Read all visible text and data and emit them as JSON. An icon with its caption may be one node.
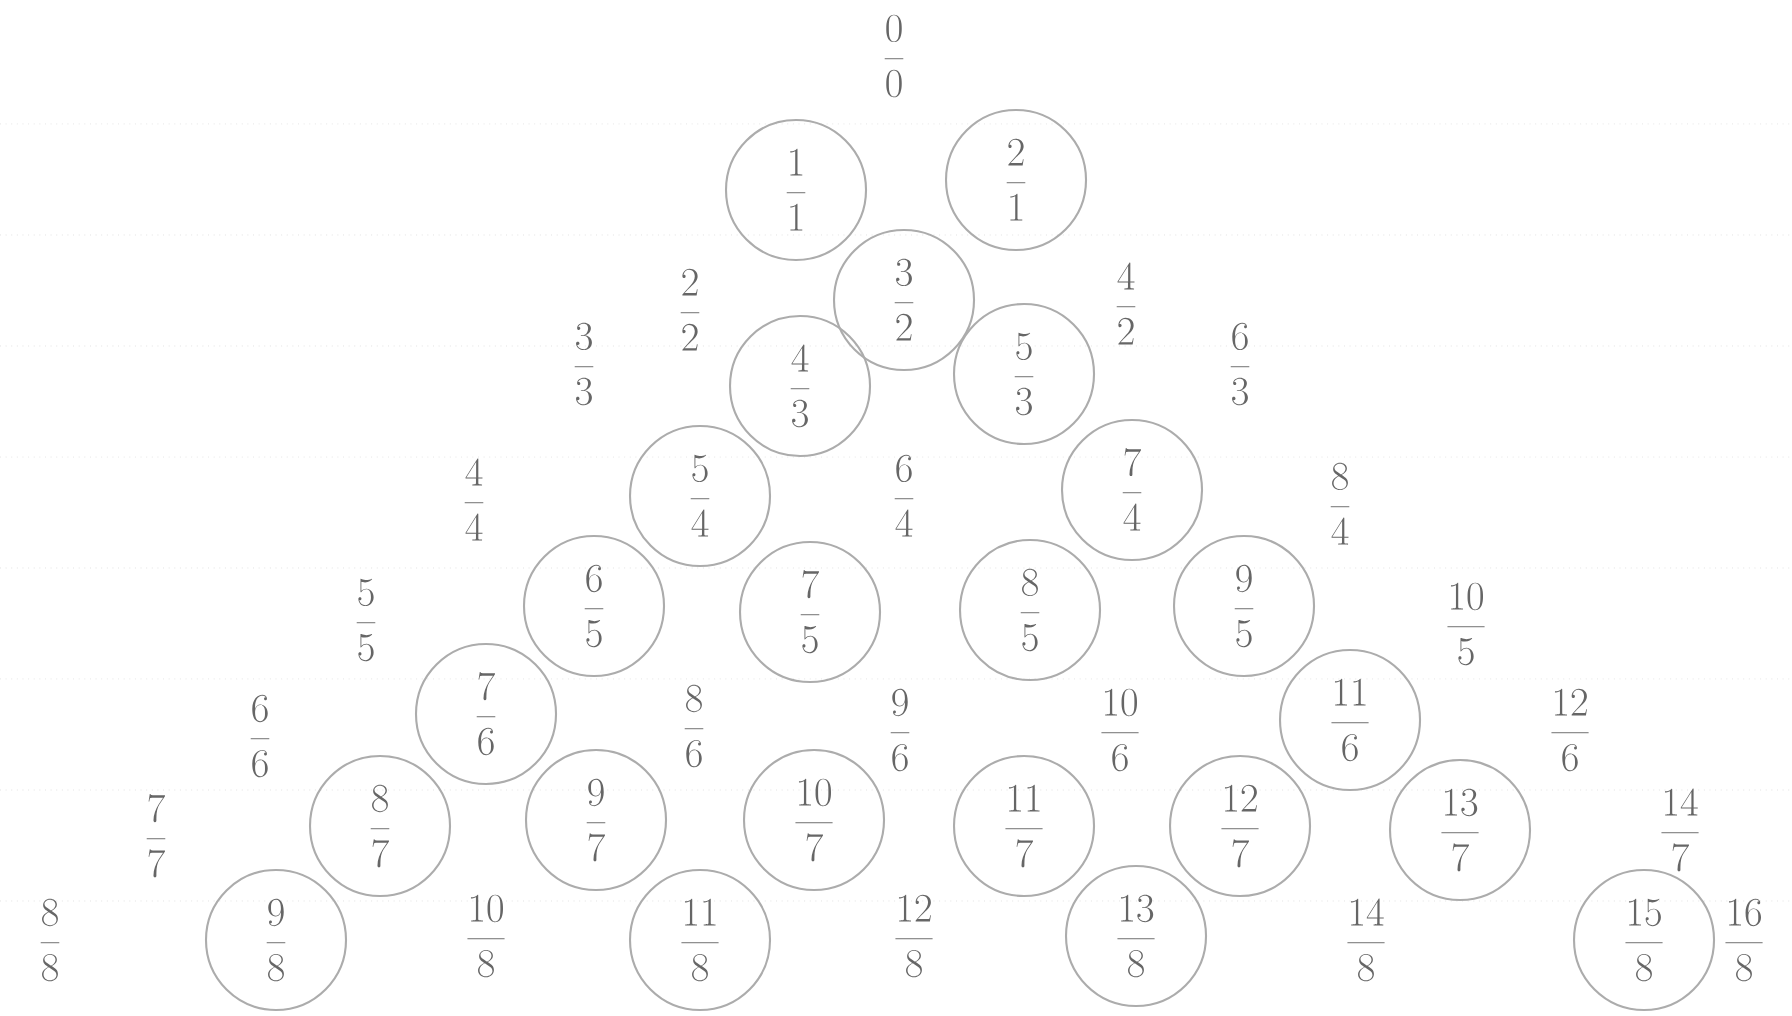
{
  "diagram": {
    "nodes": [
      {
        "text": [
          "\\frac{1}{1}"
        ]
      },
      {
        "text": [
          "\\frac{2}{1}"
        ]
      },
      {
        "text": [
          "\\frac{3}{2}"
        ]
      },
      {
        "text": [
          "\\frac{4}{3}"
        ]
      },
      {
        "text": [
          "\\frac{5}{3}"
        ]
      },
      {
        "text": [
          "\\frac{5}{4}"
        ]
      },
      {
        "text": [
          "\\frac{7}{4}"
        ]
      },
      {
        "text": [
          "\\frac{6}{5}"
        ]
      },
      {
        "text": [
          "\\frac{7}{5}"
        ]
      },
      {
        "text": [
          "\\frac{8}{5}"
        ]
      },
      {
        "text": [
          "\\frac{9}{5}"
        ]
      },
      {
        "text": [
          "\\frac{7}{6}"
        ]
      },
      {
        "text": [
          "\\frac{11}{6}"
        ]
      },
      {
        "text": [
          "\\frac{8}{7}"
        ]
      },
      {
        "text": [
          "\\frac{9}{7}"
        ]
      },
      {
        "text": [
          "\\frac{10}{7}"
        ]
      },
      {
        "text": [
          "\\frac{11}{7}"
        ]
      },
      {
        "text": [
          "\\frac{12}{7}"
        ]
      },
      {
        "text": [
          "\\frac{13}{7}"
        ]
      },
      {
        "text": [
          "\\frac{9}{8}"
        ]
      },
      {
        "text": [
          "\\frac{11}{8}"
        ]
      },
      {
        "text": [
          "\\frac{13}{8}"
        ]
      },
      {
        "text": [
          "\\frac{15}{8}"
        ]
      }
    ],
    "labels": [
      "\\frac{0}{0}",
      "\\frac{2}{2}",
      "\\frac{4}{2}",
      "\\frac{3}{3}",
      "\\frac{6}{3}",
      "\\frac{4}{4}",
      "\\frac{6}{4}",
      "\\frac{8}{4}",
      "\\frac{5}{5}",
      "\\frac{10}{5}",
      "\\frac{6}{6}",
      "\\frac{8}{6}",
      "\\frac{9}{6}",
      "\\frac{10}{6}",
      "\\frac{12}{6}",
      "\\frac{7}{7}",
      "\\frac{14}{7}",
      "\\frac{8}{8}",
      "\\frac{10}{8}",
      "\\frac{12}{8}",
      "\\frac{14}{8}",
      "\\frac{16}{8}"
    ]
  }
}
